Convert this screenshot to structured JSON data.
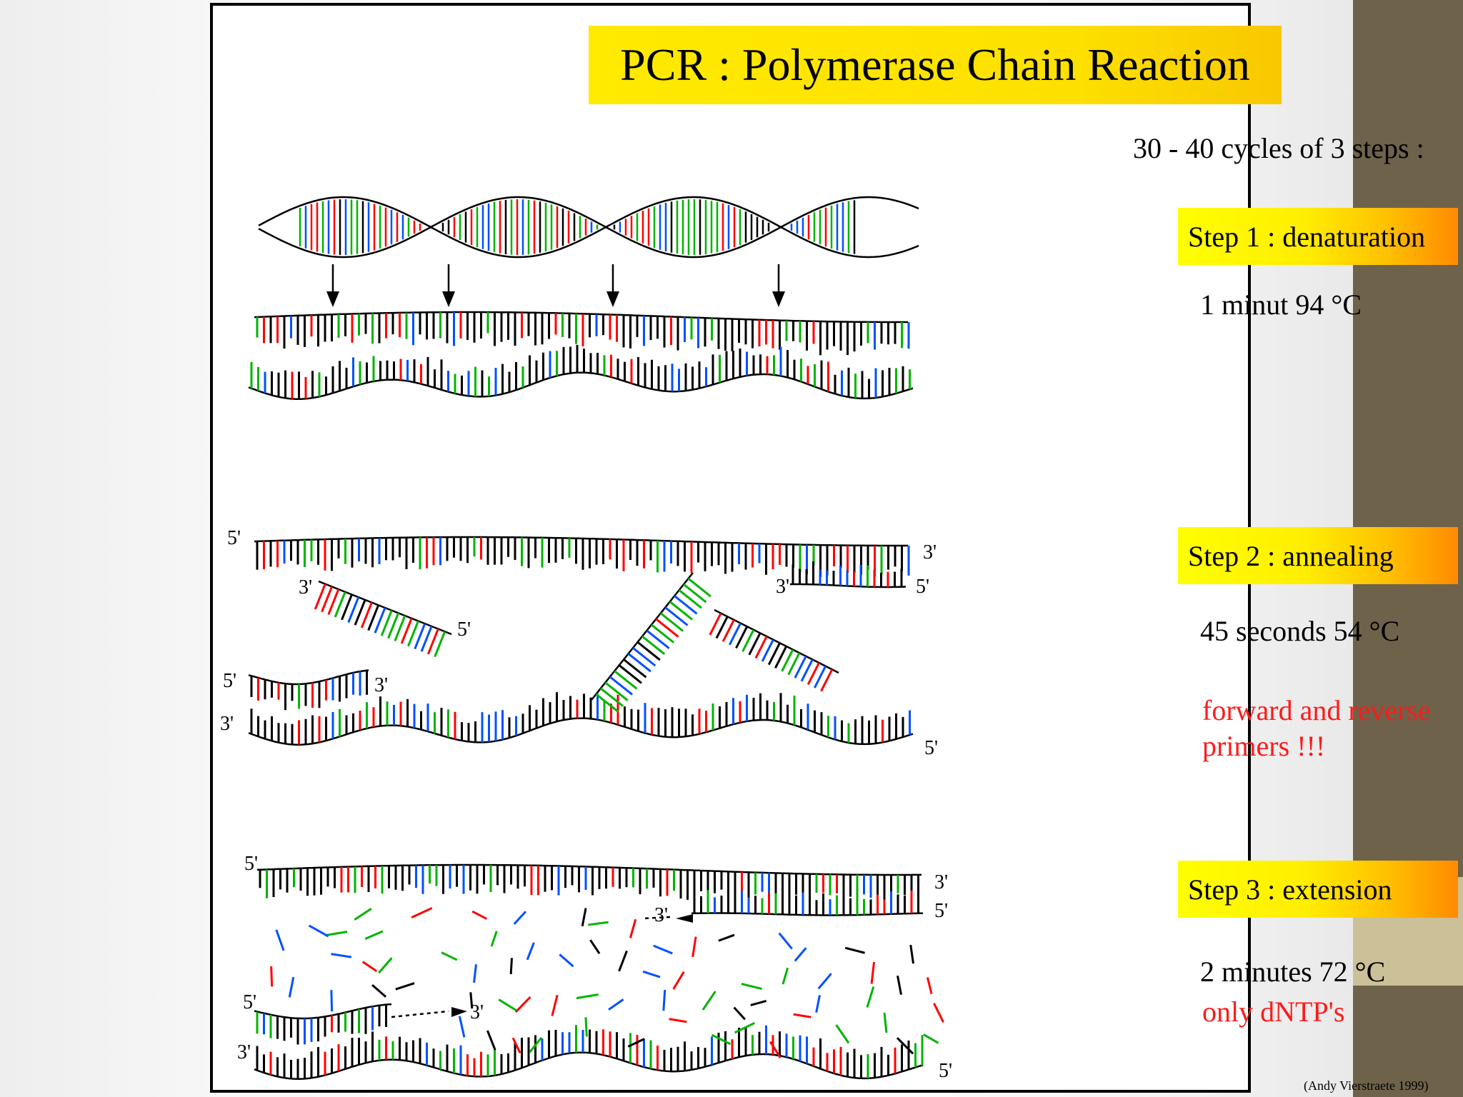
{
  "title": "PCR : Polymerase Chain Reaction",
  "subtitle": "30 - 40 cycles of 3 steps :",
  "steps": [
    {
      "label": "Step 1 : denaturation",
      "condition": "1 minut 94 °C"
    },
    {
      "label": "Step 2 : annealing",
      "condition": "45 seconds 54 °C",
      "note": "forward and reverse\nprimers !!!"
    },
    {
      "label": "Step 3 : extension",
      "condition": "2 minutes 72 °C",
      "note": "only dNTP's"
    }
  ],
  "credit": "(Andy Vierstraete 1999)",
  "strand_labels": {
    "five_prime": "5'",
    "three_prime": "3'"
  },
  "colors": {
    "title_banner": "#ffea00",
    "step_banner_start": "#ffff00",
    "step_banner_end": "#ff8a00",
    "note_text": "#ff1a1a",
    "base_red": "#ff0000",
    "base_green": "#00b400",
    "base_blue": "#0050ff",
    "base_black": "#000000",
    "side_bar_dark": "#6e624a",
    "side_bar_light": "#cbc097"
  }
}
